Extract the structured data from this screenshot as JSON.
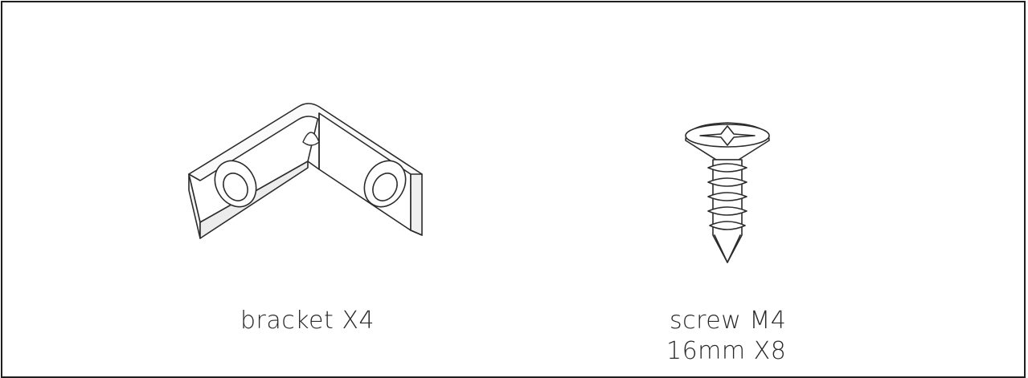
{
  "parts": [
    {
      "name": "bracket",
      "label_lines": [
        "bracket X4"
      ]
    },
    {
      "name": "screw",
      "label_lines": [
        "screw M4",
        "16mm X8"
      ]
    }
  ]
}
